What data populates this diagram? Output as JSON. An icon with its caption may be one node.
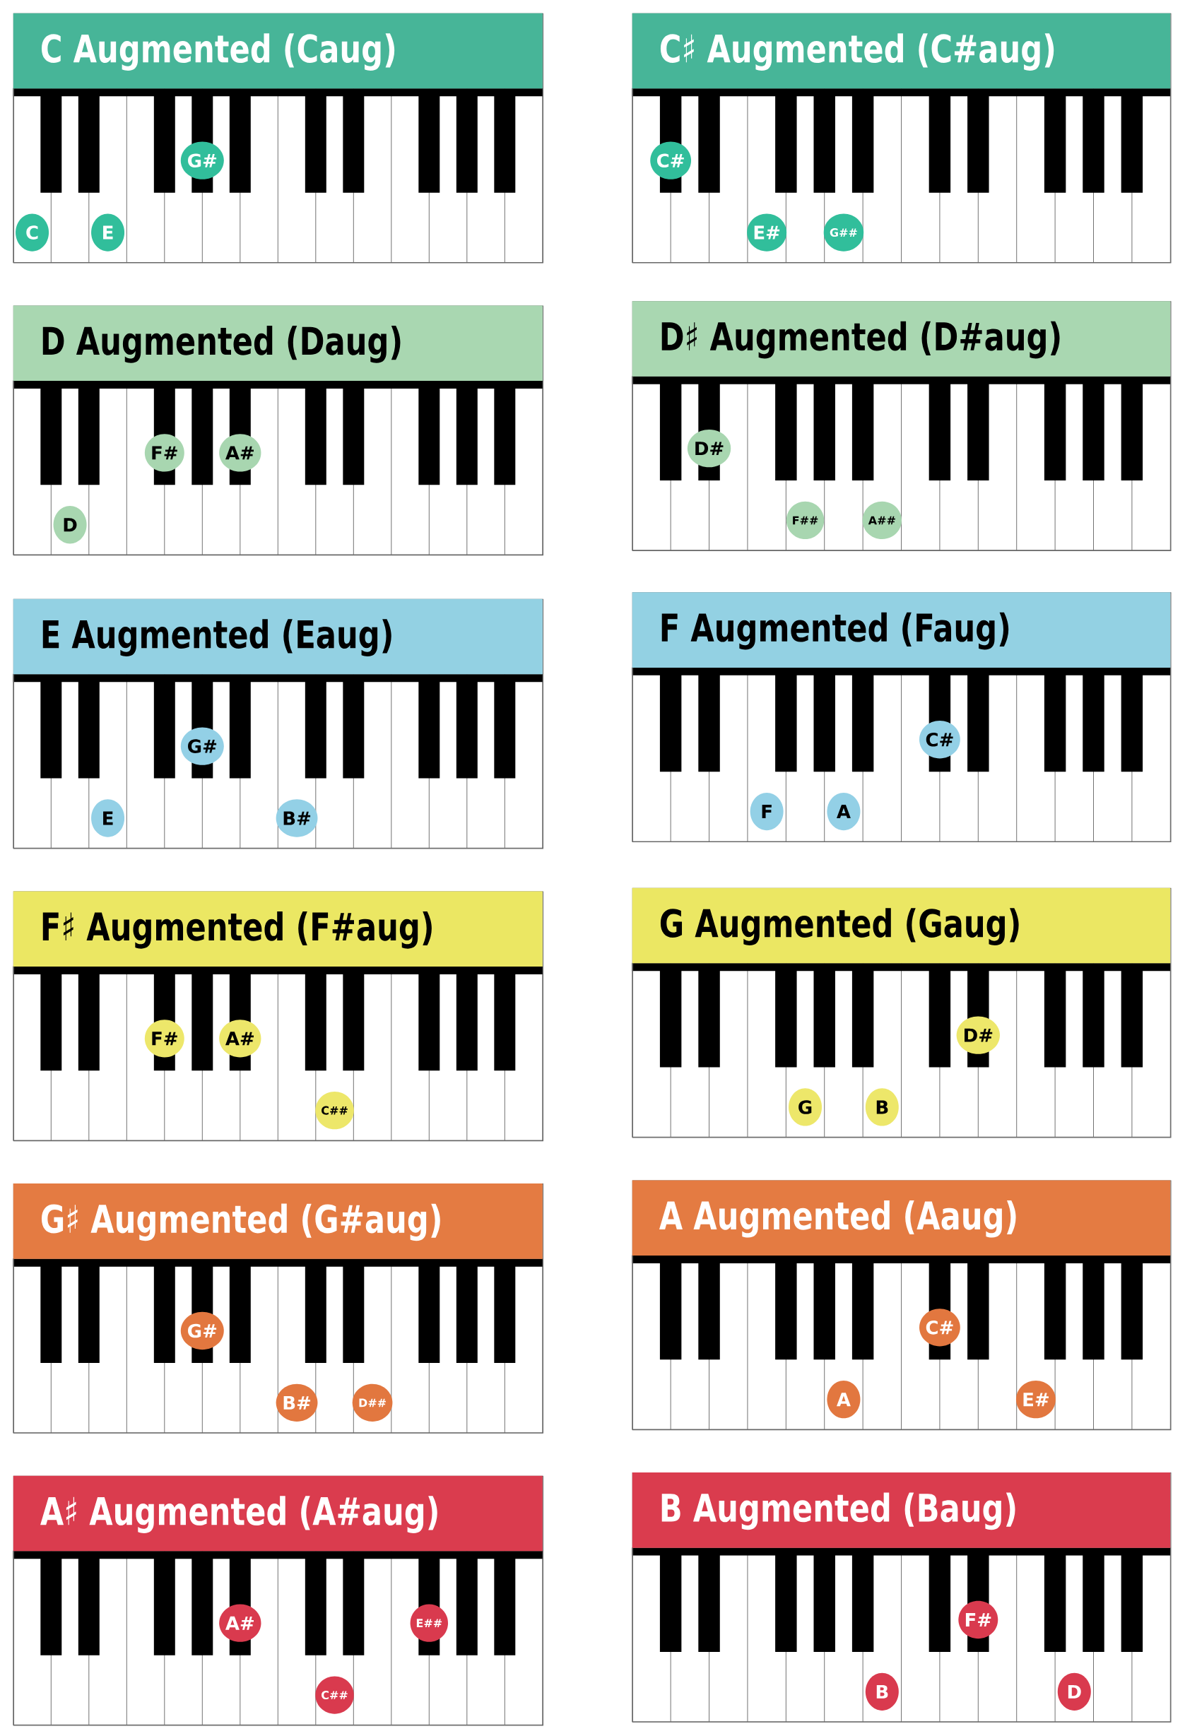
{
  "diagram": {
    "nodes": [
      {
        "text": [
          "C Augmented (Caug)"
        ]
      },
      {
        "text": [
          "C"
        ],
        "in": 0
      },
      {
        "text": [
          "E"
        ],
        "in": 0
      },
      {
        "text": [
          "G#"
        ],
        "in": 0
      },
      {
        "text": [
          "C♯ Augmented (C#aug)"
        ]
      },
      {
        "text": [
          "C#"
        ],
        "in": 4
      },
      {
        "text": [
          "E#"
        ],
        "in": 4
      },
      {
        "text": [
          "G##"
        ],
        "in": 4
      },
      {
        "text": [
          "D Augmented (Daug)"
        ]
      },
      {
        "text": [
          "D"
        ],
        "in": 8
      },
      {
        "text": [
          "F#"
        ],
        "in": 8
      },
      {
        "text": [
          "A#"
        ],
        "in": 8
      },
      {
        "text": [
          "D♯ Augmented (D#aug)"
        ]
      },
      {
        "text": [
          "D#"
        ],
        "in": 12
      },
      {
        "text": [
          "F##"
        ],
        "in": 12
      },
      {
        "text": [
          "A##"
        ],
        "in": 12
      },
      {
        "text": [
          "E Augmented (Eaug)"
        ]
      },
      {
        "text": [
          "E"
        ],
        "in": 16
      },
      {
        "text": [
          "G#"
        ],
        "in": 16
      },
      {
        "text": [
          "B#"
        ],
        "in": 16
      },
      {
        "text": [
          "F Augmented (Faug)"
        ]
      },
      {
        "text": [
          "F"
        ],
        "in": 20
      },
      {
        "text": [
          "A"
        ],
        "in": 20
      },
      {
        "text": [
          "C#"
        ],
        "in": 20
      },
      {
        "text": [
          "F♯ Augmented (F#aug)"
        ]
      },
      {
        "text": [
          "F#"
        ],
        "in": 24
      },
      {
        "text": [
          "A#"
        ],
        "in": 24
      },
      {
        "text": [
          "C##"
        ],
        "in": 24
      },
      {
        "text": [
          "G Augmented (Gaug)"
        ]
      },
      {
        "text": [
          "G"
        ],
        "in": 28
      },
      {
        "text": [
          "B"
        ],
        "in": 28
      },
      {
        "text": [
          "D#"
        ],
        "in": 28
      },
      {
        "text": [
          "G♯ Augmented (G#aug)"
        ]
      },
      {
        "text": [
          "G#"
        ],
        "in": 32
      },
      {
        "text": [
          "B#"
        ],
        "in": 32
      },
      {
        "text": [
          "D##"
        ],
        "in": 32
      },
      {
        "text": [
          "A Augmented (Aaug)"
        ]
      },
      {
        "text": [
          "A"
        ],
        "in": 36
      },
      {
        "text": [
          "C#"
        ],
        "in": 36
      },
      {
        "text": [
          "E#"
        ],
        "in": 36
      },
      {
        "text": [
          "A♯ Augmented (A#aug)"
        ]
      },
      {
        "text": [
          "A#"
        ],
        "in": 40
      },
      {
        "text": [
          "C##"
        ],
        "in": 40
      },
      {
        "text": [
          "E##"
        ],
        "in": 40
      },
      {
        "text": [
          "B Augmented (Baug)"
        ]
      },
      {
        "text": [
          "B"
        ],
        "in": 44
      },
      {
        "text": [
          "F#"
        ],
        "in": 44
      },
      {
        "text": [
          "D"
        ],
        "in": 44
      }
    ]
  }
}
